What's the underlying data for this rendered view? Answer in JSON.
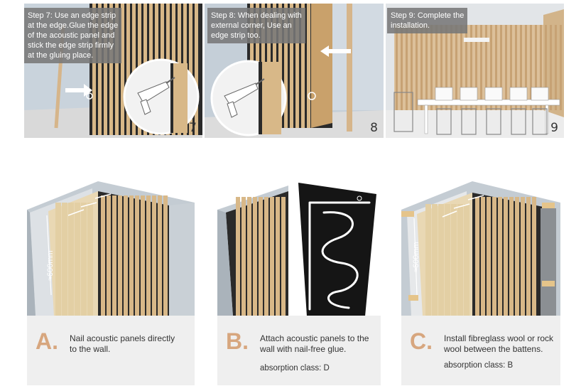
{
  "steps": [
    {
      "label_lines": [
        "Step 7: Use an edge strip",
        "at the edge.Glue the edge",
        "of the acoustic panel and",
        "stick the edge strip firmly",
        "at the gluing place."
      ],
      "number": "7"
    },
    {
      "label_lines": [
        "Step 8: When dealing with",
        "external corner, Use an",
        "edge strip too."
      ],
      "number": "8"
    },
    {
      "label_lines": [
        "Step 9: Complete the",
        "installation."
      ],
      "number": "9"
    }
  ],
  "measure_a": "≈600mm",
  "measure_c": "≈600mm",
  "cards": [
    {
      "letter": "A.",
      "text_lines": [
        "Nail acoustic panels directly",
        "to the wall."
      ],
      "sub": ""
    },
    {
      "letter": "B.",
      "text_lines": [
        "Attach acoustic panels to the",
        "wall with nail-free glue."
      ],
      "sub": "absorption class: D"
    },
    {
      "letter": "C.",
      "text_lines": [
        "Install fibreglass wool or rock",
        "wool between the battens."
      ],
      "sub": "absorption class: B"
    }
  ],
  "colors": {
    "accent": "#d7a67e",
    "wood": "#d8b888",
    "wood_dark": "#a9824f",
    "slat_gap": "#2b2b2b",
    "card_bg": "#efefef"
  }
}
